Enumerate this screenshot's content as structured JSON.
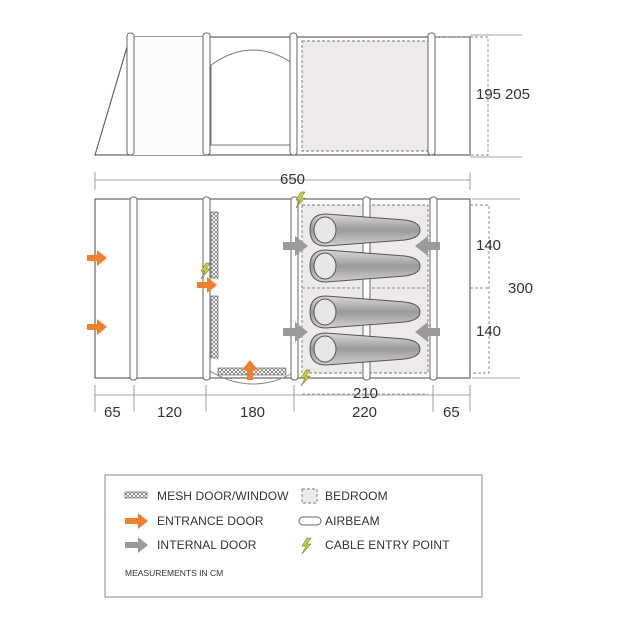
{
  "dimensions": {
    "side_height_inner": "195",
    "side_height_outer": "205",
    "total_length": "650",
    "total_width": "300",
    "bedroom_width_top": "140",
    "bedroom_width_bottom": "140",
    "bedroom_length": "210",
    "segment_1": "65",
    "segment_2": "120",
    "segment_3": "180",
    "segment_4": "220",
    "segment_5": "65"
  },
  "legend": {
    "mesh": "MESH DOOR/WINDOW",
    "entrance": "ENTRANCE DOOR",
    "internal": "INTERNAL DOOR",
    "bedroom": "BEDROOM",
    "airbeam": "AIRBEAM",
    "cable": "CABLE ENTRY POINT",
    "note": "MEASUREMENTS IN CM"
  },
  "colors": {
    "outline": "#666666",
    "entrance_arrow": "#f07f2e",
    "internal_arrow": "#9a9a9a",
    "bedroom_fill": "#eeeaea",
    "cable_icon": "#c9d12b"
  }
}
